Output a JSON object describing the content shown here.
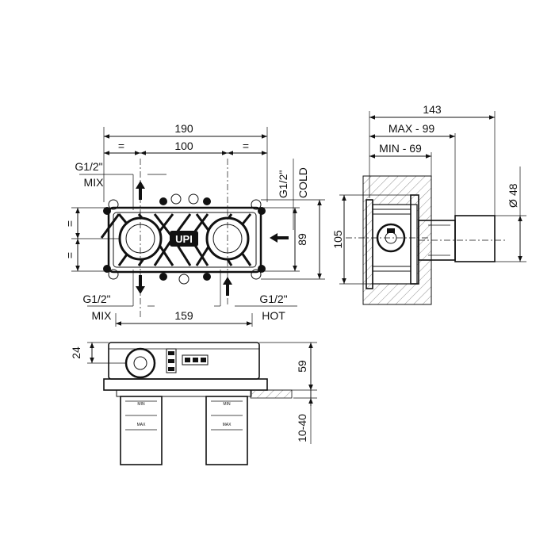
{
  "dimensions": {
    "overall_width": "190",
    "spacing_left_eq": "=",
    "inlet_spacing": "100",
    "spacing_right_eq": "=",
    "mix_top_thread": "G1/2\"",
    "mix_top_label": "MIX",
    "cold_thread": "G1/2\"",
    "cold_label": "COLD",
    "height_105": "105",
    "height_89": "89",
    "vert_eq_top": "=",
    "vert_eq_bottom": "=",
    "mix_bottom_thread": "G1/2\"",
    "mix_bottom_label": "MIX",
    "hot_thread": "G1/2\"",
    "hot_label": "HOT",
    "hot_mix_distance": "159",
    "side_total": "143",
    "side_max": "MAX - 99",
    "side_min": "MIN - 69",
    "diameter": "48",
    "diameter_symbol": "Ø",
    "top_24": "24",
    "front_59": "59",
    "wall_range": "10-40"
  },
  "labels": {
    "logo": "UPI",
    "valve_min": "MIN",
    "valve_max": "MAX"
  }
}
